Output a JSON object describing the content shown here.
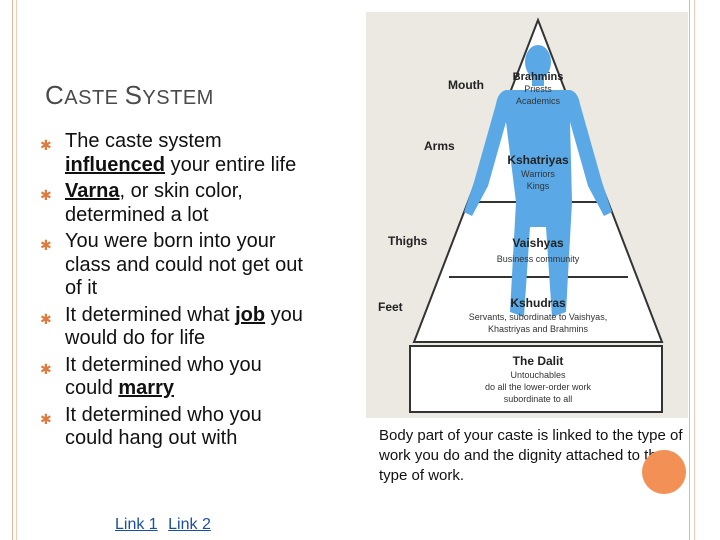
{
  "slide": {
    "title_first": "C",
    "title_rest1": "ASTE ",
    "title_cap2": "S",
    "title_rest2": "YSTEM",
    "bullets": [
      {
        "pre": "The caste system ",
        "u": "influenced",
        "post": " your entire life"
      },
      {
        "pre": "",
        "u": "Varna",
        "post": ", or skin color, determined a lot"
      },
      {
        "pre": "You were born into your class and could not get out of it",
        "u": "",
        "post": ""
      },
      {
        "pre": "It determined what ",
        "u": "job",
        "post": " you would do for life"
      },
      {
        "pre": "It determined who you could ",
        "u": "marry",
        "post": ""
      },
      {
        "pre": "It determined who you could hang out with",
        "u": "",
        "post": ""
      }
    ],
    "links": [
      "Link 1",
      "Link 2"
    ],
    "caption": "Body part of your caste is linked to the type of work you do and the dignity attached to that type of work."
  },
  "figure": {
    "body_labels": [
      "Mouth",
      "Arms",
      "Thighs",
      "Feet"
    ],
    "tiers": [
      {
        "name": "Brahmins",
        "desc": [
          "Priests",
          "Academics"
        ]
      },
      {
        "name": "Kshatriyas",
        "desc": [
          "Warriors",
          "Kings"
        ]
      },
      {
        "name": "Vaishyas",
        "desc": [
          "Business community"
        ]
      },
      {
        "name": "Kshudras",
        "desc": [
          "Servants, subordinate to Vaishyas,",
          "Khastriyas and Brahmins"
        ]
      },
      {
        "name": "The Dalit",
        "desc": [
          "Untouchables",
          "do all the lower-order work",
          "subordinate to all"
        ]
      }
    ]
  },
  "colors": {
    "accent": "#e07a3a",
    "circle": "#f39055",
    "body": "#5aa9e6",
    "link": "#1a4fa0"
  }
}
